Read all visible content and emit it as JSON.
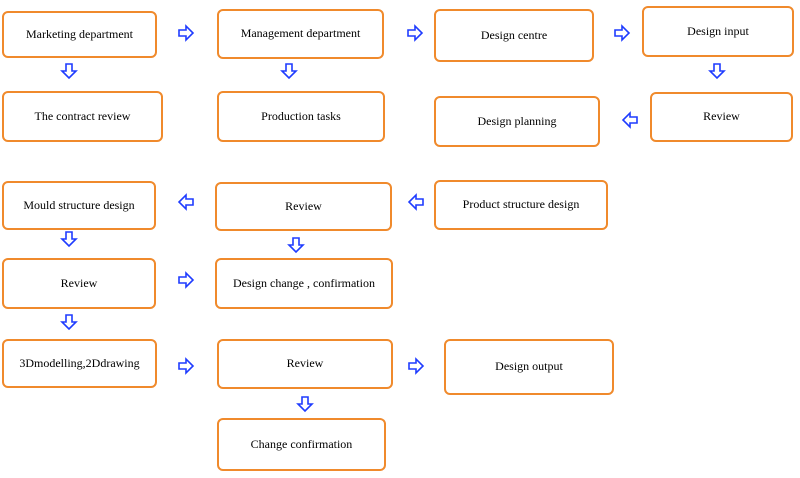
{
  "colors": {
    "box_border": "#f08a2c",
    "arrow": "#1f3cff",
    "background": "#ffffff",
    "text": "#000000"
  },
  "boxes": {
    "marketing": "Marketing department",
    "management": "Management department",
    "design_centre": "Design centre",
    "design_input": "Design input",
    "contract_review": "The contract  review",
    "production_tasks": "Production tasks",
    "design_planning": "Design  planning",
    "review_input": "Review",
    "mould_design": "Mould structure design",
    "review_product": "Review",
    "product_design": "Product structure design",
    "review_mould": "Review",
    "design_change": "Design change , confirmation",
    "modelling": "3Dmodelling,2Ddrawing",
    "review_modelling": "Review",
    "design_output": "Design output",
    "change_confirmation": "Change confirmation"
  },
  "icons": {
    "arrow_right": "hollow-arrow-right-icon",
    "arrow_left": "hollow-arrow-left-icon",
    "arrow_down": "hollow-arrow-down-icon"
  }
}
